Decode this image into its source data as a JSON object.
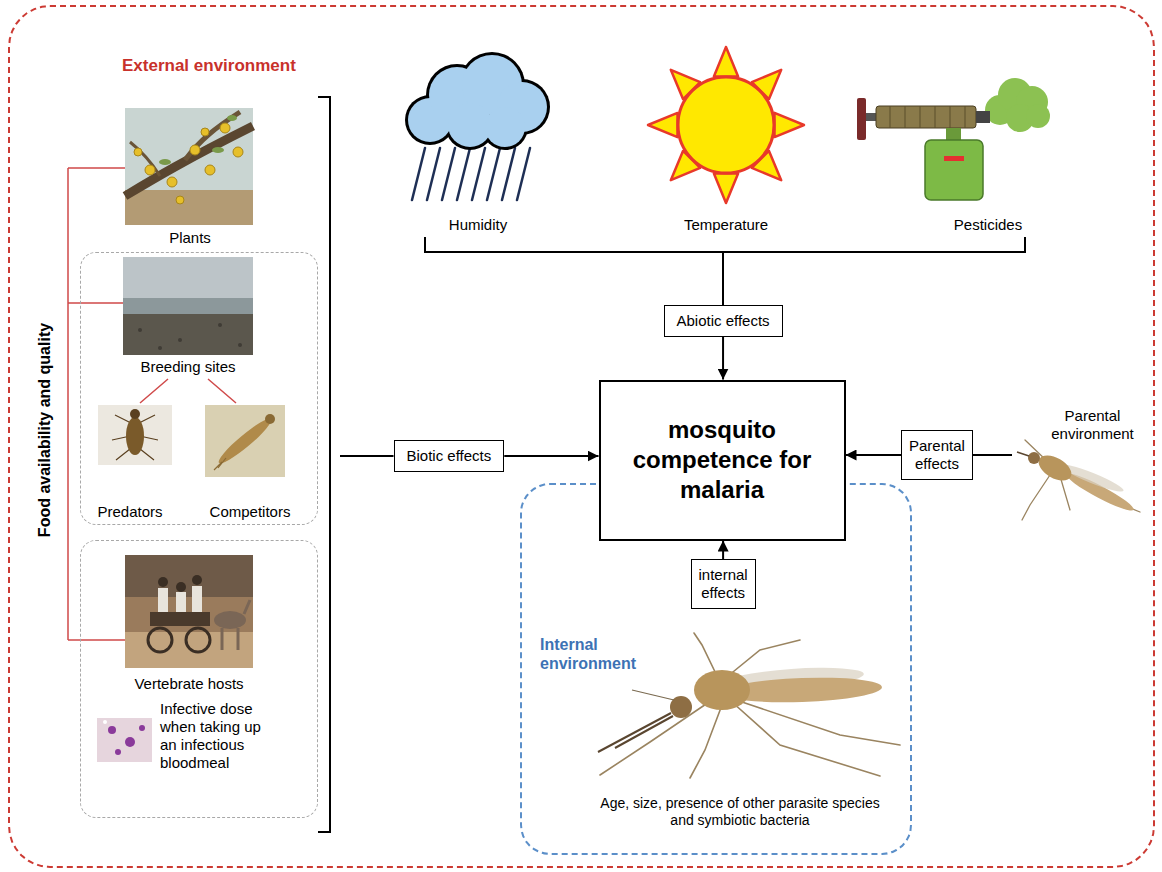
{
  "diagram": {
    "nodes": [
      {
        "text": [
          "External environment"
        ]
      },
      {
        "text": [
          "Breeding sites",
          "Predators",
          "Competitors"
        ],
        "in": 0
      },
      {
        "text": [
          "Vertebrate hosts",
          "Infective dose when taking up an infectious bloodmeal"
        ],
        "in": 0
      },
      {
        "text": [
          "Abiotic effects"
        ],
        "in": 0
      },
      {
        "text": [
          "Biotic effects"
        ],
        "in": 0
      },
      {
        "text": [
          "mosquito competence for malaria"
        ],
        "in": 0
      },
      {
        "text": [
          "Parental effects"
        ],
        "in": 0
      },
      {
        "text": [
          "Internal environment",
          "Age, size, presence of other parasite species and symbiotic bacteria"
        ],
        "in": 0
      },
      {
        "text": [
          "internal effects"
        ],
        "in": 7
      }
    ],
    "edges": [
      {
        "from": 3,
        "to": 5,
        "arrow": "to"
      },
      {
        "from": 4,
        "to": 5,
        "arrow": "to"
      },
      {
        "from": 6,
        "to": 5,
        "arrow": "to"
      },
      {
        "from": 8,
        "to": 5,
        "arrow": "to"
      }
    ],
    "labels": [
      "Humidity",
      "Temperature",
      "Pesticides",
      "Food availability and quality",
      "Plants",
      "Parental environment"
    ]
  }
}
